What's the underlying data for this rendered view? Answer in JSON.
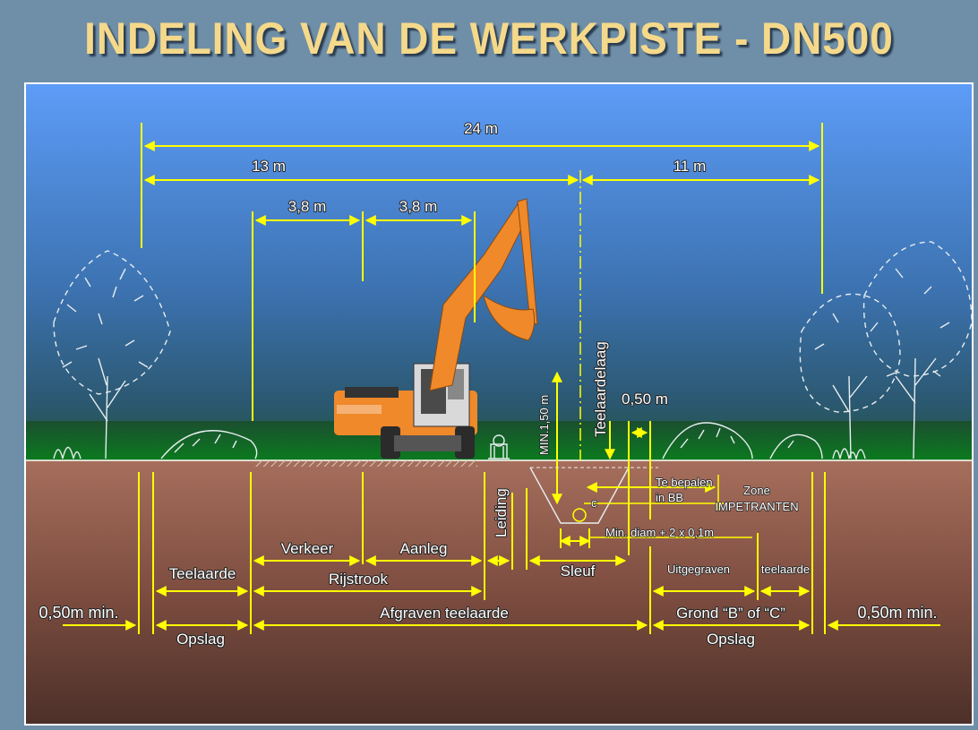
{
  "title": "INDELING VAN DE WERKPISTE   -   DN500",
  "colors": {
    "sky_top": "#5b9af7",
    "sky_bottom": "#2d5a78",
    "grass": "#0f6a1e",
    "soil_top": "#a06a58",
    "soil_bottom": "#4a2f28",
    "dimension_lines": "#ffff00",
    "excavator": "#f0892a",
    "title": "#f5d98b"
  },
  "dimensions_top": {
    "total": "24 m",
    "left_part": "13 m",
    "right_part": "11 m",
    "lane_1": "3,8 m",
    "lane_2": "3,8 m"
  },
  "vertical_labels": {
    "min_depth": "MIN.1,50 m",
    "topsoil_layer": "Teelaardelaag",
    "pipe": "Leiding"
  },
  "trench_labels": {
    "offset": "0,50 m",
    "to_define_1": "Te bepalen",
    "to_define_2": "in BB",
    "zone_1": "Zone",
    "zone_2": "IMPETRANTEN",
    "min_diam": "Min. diam + 2 x 0,1m",
    "c_mark": "c"
  },
  "zones": {
    "verkeer": "Verkeer",
    "aanleg": "Aanleg",
    "teelaarde_left": "Teelaarde",
    "rijstrook": "Rijstrook",
    "sleuf": "Sleuf",
    "uitgegraven": "Uitgegraven",
    "teelaarde_right": "teelaarde",
    "margin_left": "0,50m min.",
    "afgraven": "Afgraven teelaarde",
    "grond": "Grond “B” of “C”",
    "margin_right": "0,50m min.",
    "opslag_left": "Opslag",
    "opslag_right": "Opslag"
  }
}
